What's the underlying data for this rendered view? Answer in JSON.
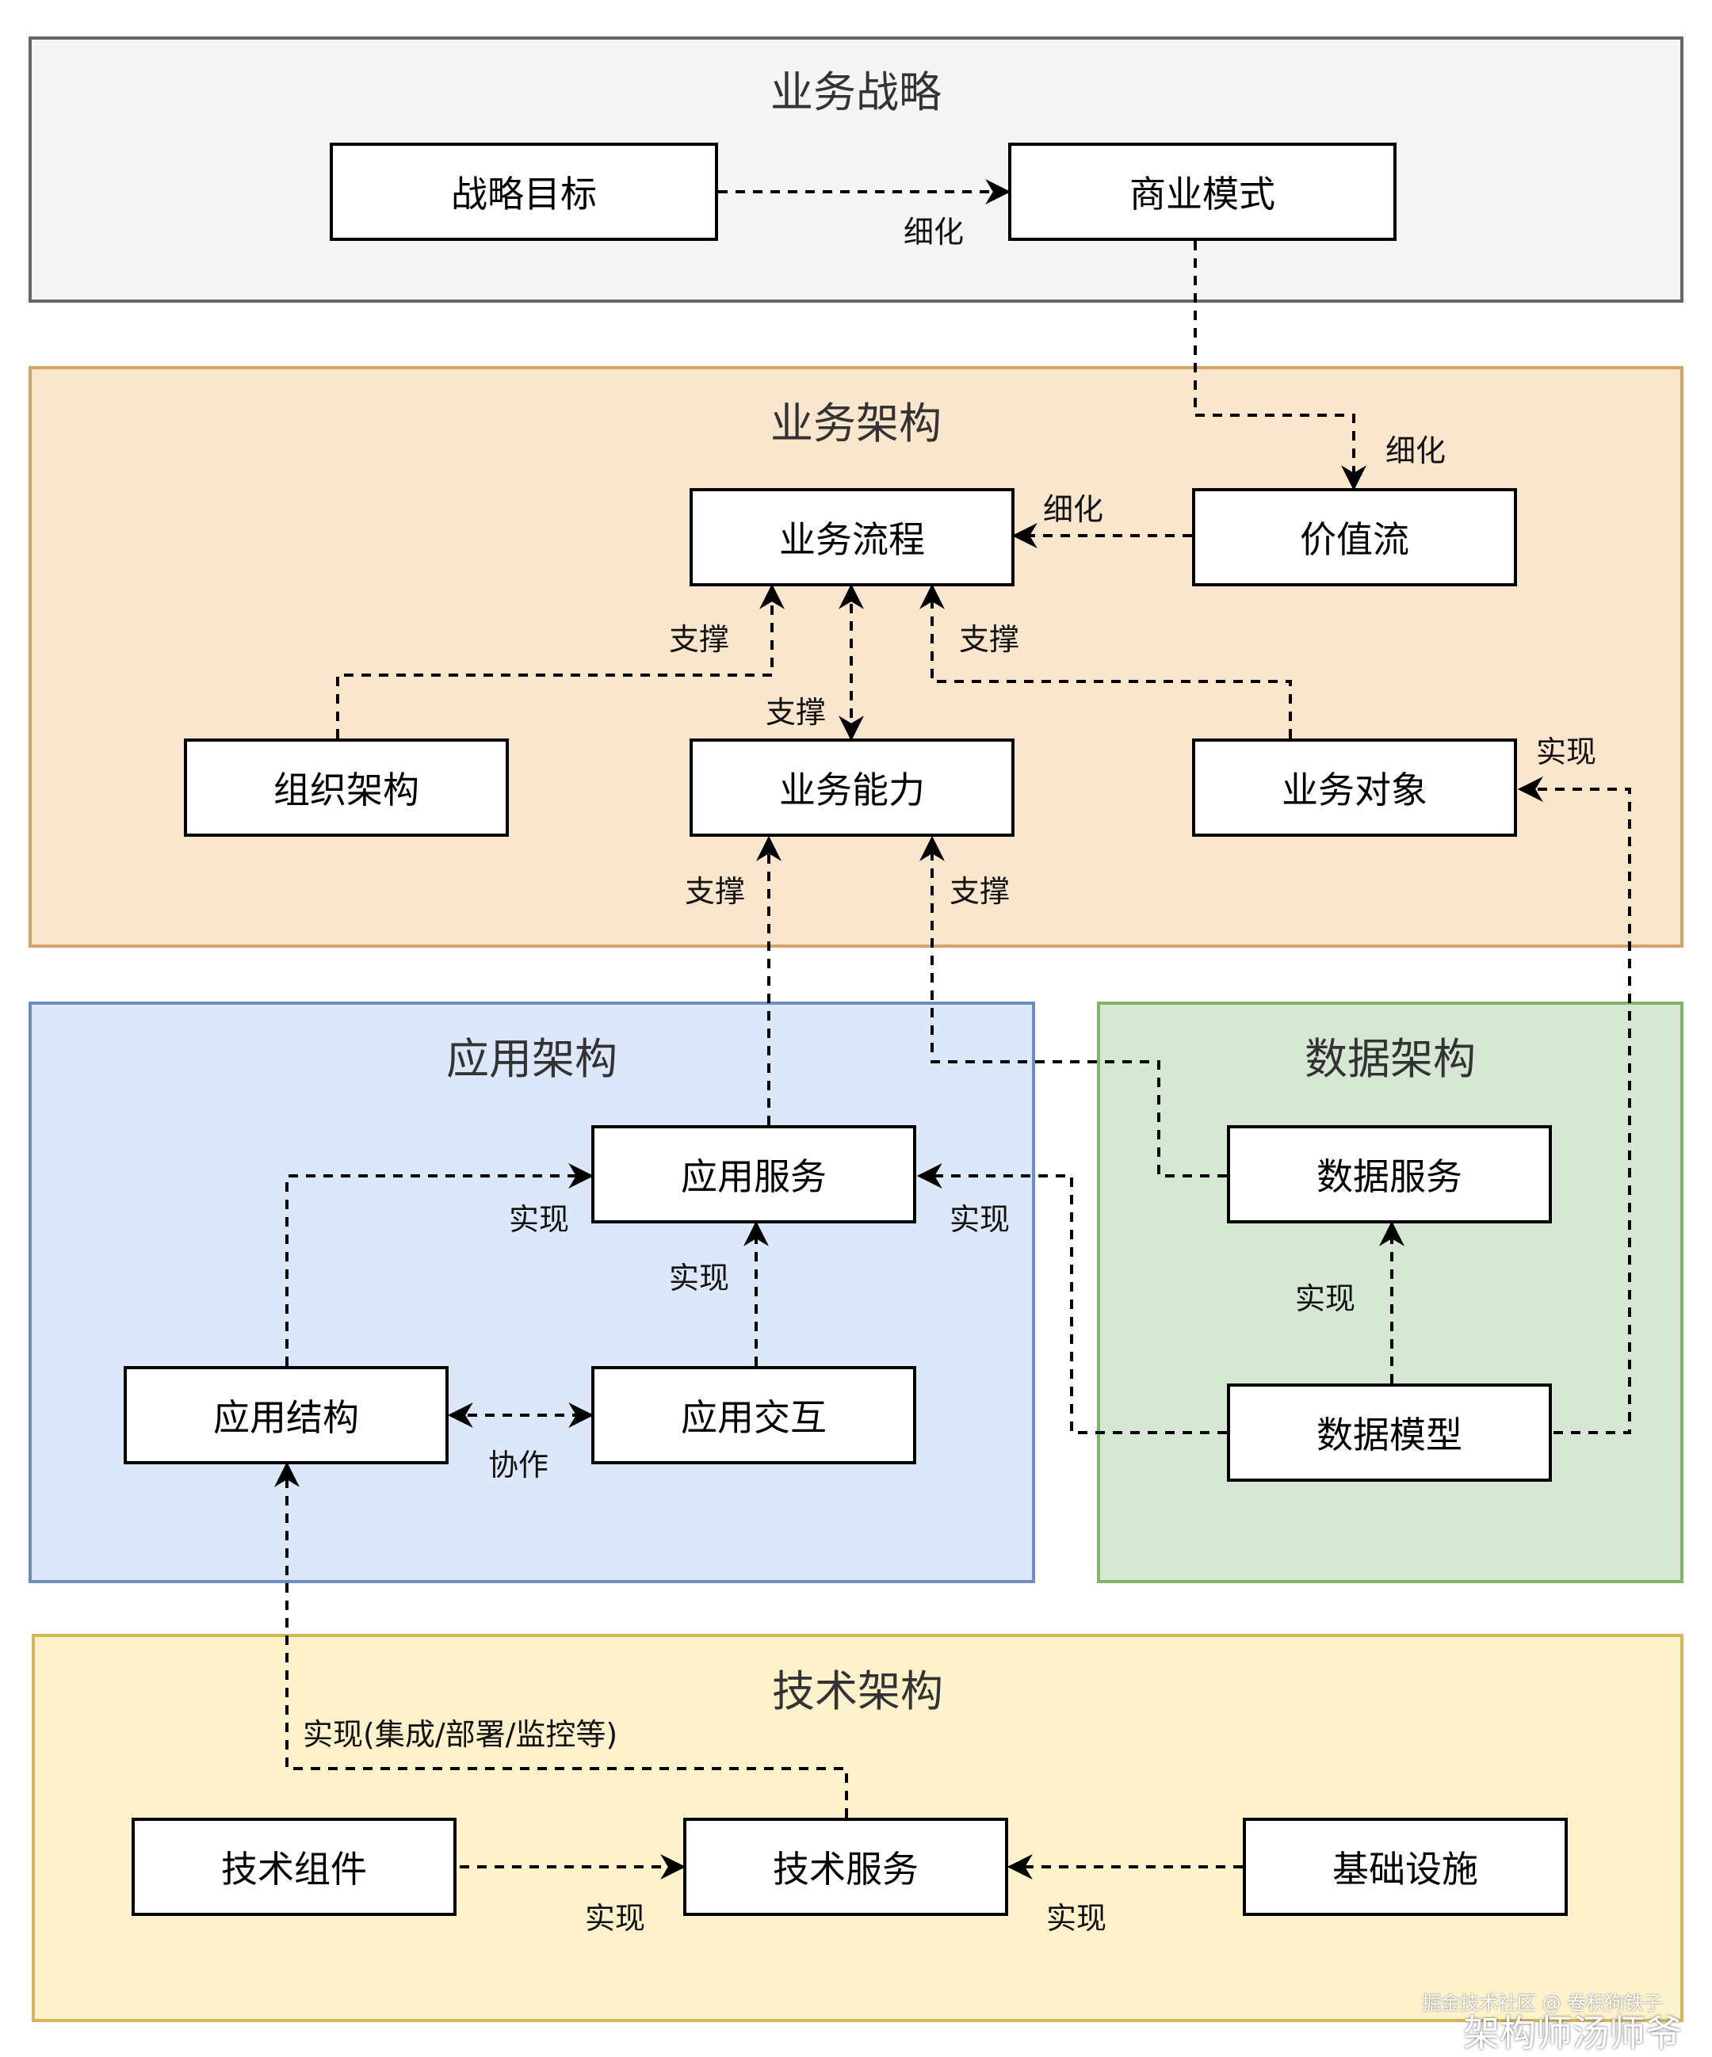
{
  "layers": {
    "strategy": {
      "title": "业务战略",
      "fill": "#f5f5f5",
      "stroke": "#666666"
    },
    "business": {
      "title": "业务架构",
      "fill": "#fae5cd",
      "stroke": "#d6a26b"
    },
    "application": {
      "title": "应用架构",
      "fill": "#dce8fa",
      "stroke": "#6c8ebf"
    },
    "data": {
      "title": "数据架构",
      "fill": "#d6e8d4",
      "stroke": "#82b366"
    },
    "technology": {
      "title": "技术架构",
      "fill": "#fdf2cc",
      "stroke": "#d6b656"
    }
  },
  "nodes": {
    "strategy_goal": "战略目标",
    "business_model": "商业模式",
    "business_process": "业务流程",
    "value_stream": "价值流",
    "organization": "组织架构",
    "business_capability": "业务能力",
    "business_object": "业务对象",
    "app_service": "应用服务",
    "app_structure": "应用结构",
    "app_interaction": "应用交互",
    "data_service": "数据服务",
    "data_model": "数据模型",
    "tech_component": "技术组件",
    "tech_service": "技术服务",
    "infrastructure": "基础设施"
  },
  "edge_labels": {
    "refine": "细化",
    "support": "支撑",
    "realize": "实现",
    "collaborate": "协作",
    "realize_ops": "实现(集成/部署/监控等)"
  },
  "watermark": {
    "line1": "掘金技术社区 @ 卷积狗铁子",
    "line2": "架构师汤师爷"
  }
}
